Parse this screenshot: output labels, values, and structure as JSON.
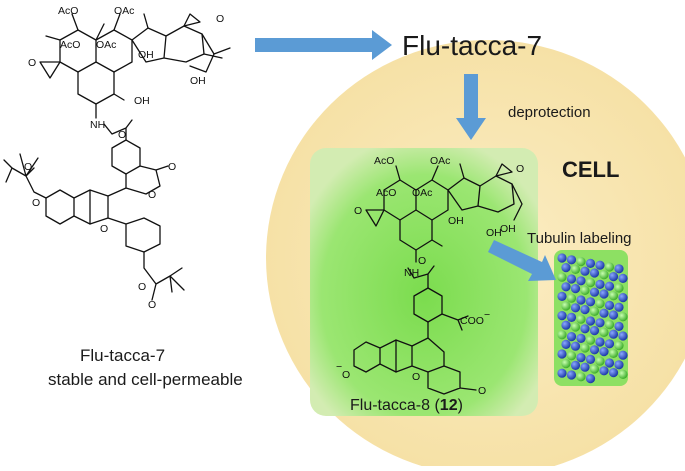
{
  "labels": {
    "top_target": "Flu-tacca-7",
    "deprotection": "deprotection",
    "cell": "CELL",
    "tubulin": "Tubulin labeling",
    "left_name": "Flu-tacca-7",
    "left_desc": "stable and cell-permeable",
    "product_name": "Flu-tacca-8 (",
    "product_num": "12",
    "product_close": ")"
  },
  "atoms": {
    "oac": "OAc",
    "aco": "AcO",
    "oh": "OH",
    "o": "O",
    "nh": "NH",
    "coo": "COO",
    "minus": "−"
  },
  "colors": {
    "cell_fill": "#f8e6b0",
    "green_box": "#86e05a",
    "arrow_blue": "#5b9bd5",
    "tubulin_blue": "#3a5fc8",
    "tubulin_green": "#7ed957"
  }
}
